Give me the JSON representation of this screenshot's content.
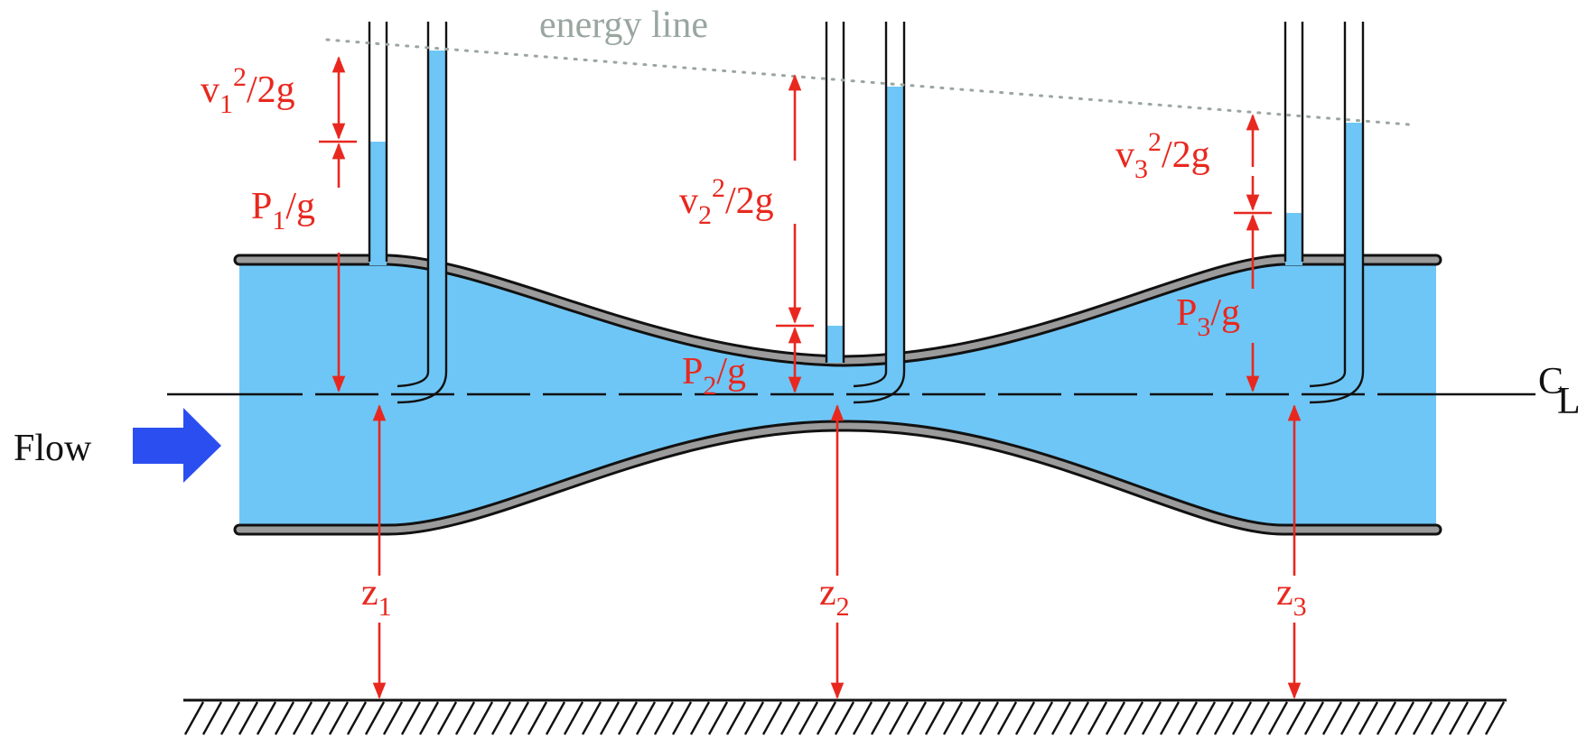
{
  "labels": {
    "energy_line": "energy line",
    "flow": "Flow",
    "centerline_c": "C",
    "centerline_l": "L",
    "station1": {
      "v_base": "v",
      "v_sub": "1",
      "v_sup": "2",
      "v_tail": "/2g",
      "p_base": "P",
      "p_sub": "1",
      "p_tail": "/g",
      "z_base": "z",
      "z_sub": "1"
    },
    "station2": {
      "v_base": "v",
      "v_sub": "2",
      "v_sup": "2",
      "v_tail": "/2g",
      "p_base": "P",
      "p_sub": "2",
      "p_tail": "/g",
      "z_base": "z",
      "z_sub": "2"
    },
    "station3": {
      "v_base": "v",
      "v_sub": "3",
      "v_sup": "2",
      "v_tail": "/2g",
      "p_base": "P",
      "p_sub": "3",
      "p_tail": "/g",
      "z_base": "z",
      "z_sub": "3"
    }
  },
  "colors": {
    "water": "#6ec6f6",
    "annotation": "#e8281f",
    "flow_arrow": "#2b4ef0",
    "energy_line": "#9aa6a0",
    "pipe_wall": "#9b9b9b"
  }
}
